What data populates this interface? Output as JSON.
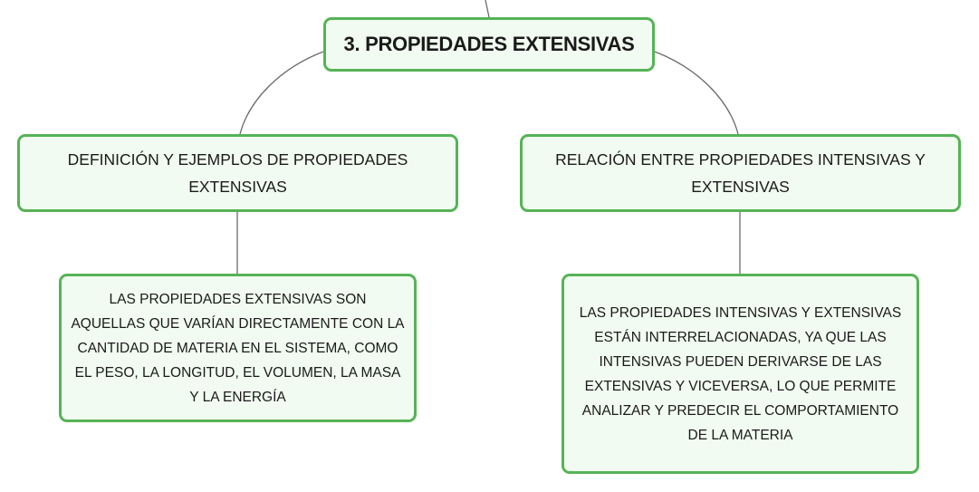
{
  "diagram": {
    "root": {
      "label": "3. PROPIEDADES EXTENSIVAS"
    },
    "branches": [
      {
        "topic": "DEFINICIÓN Y EJEMPLOS DE PROPIEDADES EXTENSIVAS",
        "detail": "LAS PROPIEDADES EXTENSIVAS SON AQUELLAS QUE VARÍAN DIRECTAMENTE CON LA CANTIDAD DE MATERIA EN EL SISTEMA, COMO EL PESO, LA LONGITUD, EL VOLUMEN, LA MASA Y LA ENERGÍA"
      },
      {
        "topic": "RELACIÓN ENTRE PROPIEDADES INTENSIVAS Y EXTENSIVAS",
        "detail": "LAS PROPIEDADES INTENSIVAS Y EXTENSIVAS ESTÁN INTERRELACIONADAS, YA QUE LAS INTENSIVAS PUEDEN DERIVARSE DE LAS EXTENSIVAS Y VICEVERSA, LO QUE PERMITE ANALIZAR Y PREDECIR EL COMPORTAMIENTO DE LA MATERIA"
      }
    ]
  },
  "colors": {
    "node_border": "#56b356",
    "node_fill": "#f1fbf1",
    "connector": "#6b6b6b",
    "text": "#1a1a1a"
  }
}
